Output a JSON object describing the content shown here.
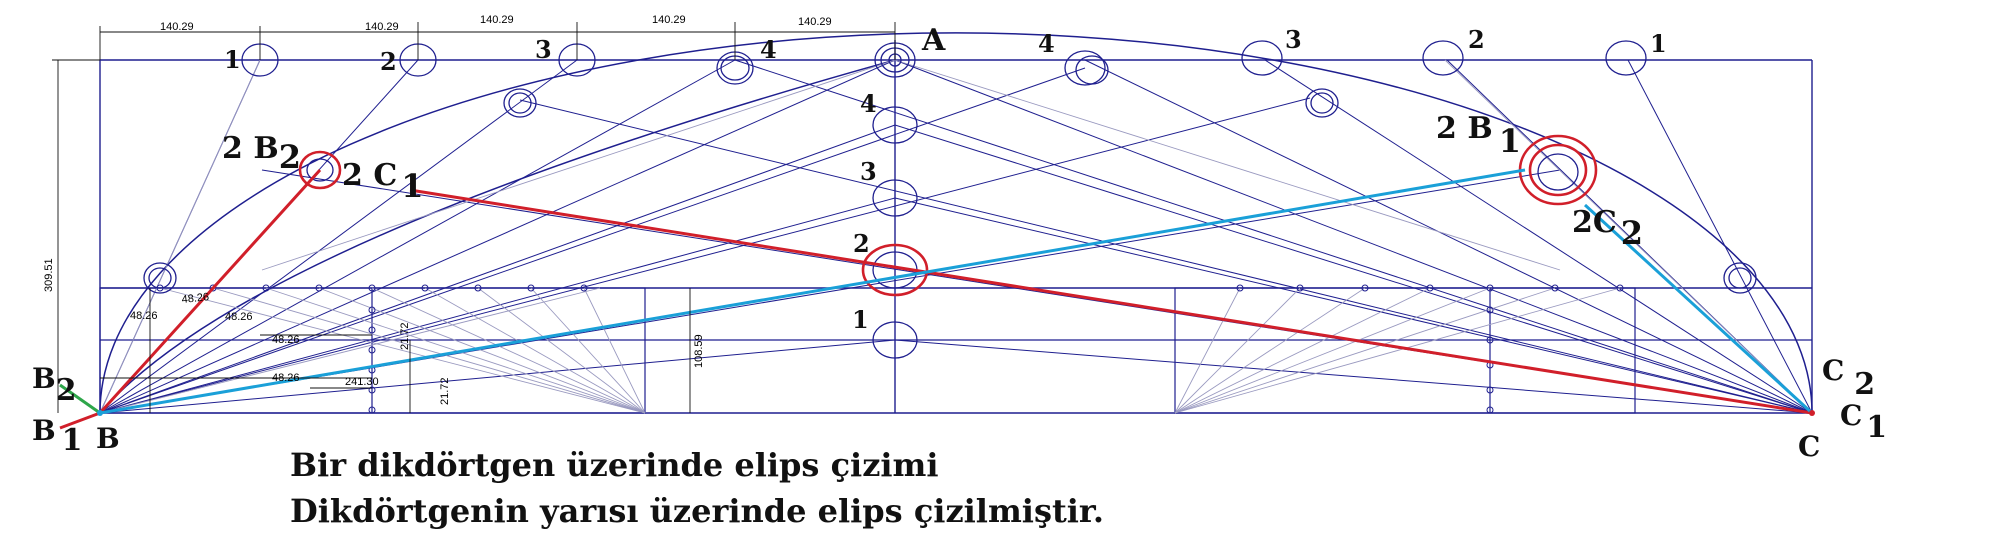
{
  "dimensions": {
    "top_spacing": [
      "140.29",
      "140.29",
      "140.29",
      "140.29",
      "140.29"
    ],
    "height": "309.51",
    "step_small": [
      "48.26",
      "48.26",
      "48.26",
      "48.26"
    ],
    "step_vertical": [
      "21.72",
      "21.72"
    ],
    "half_height": "108.59",
    "base_segment": "241.30"
  },
  "points": {
    "A": "A",
    "B": "B",
    "C": "C",
    "B1": {
      "letter": "B",
      "sub": "1"
    },
    "B2": {
      "letter": "B",
      "sub": "2"
    },
    "C1": {
      "letter": "C",
      "sub": "1"
    },
    "C2": {
      "letter": "C",
      "sub": "2"
    }
  },
  "construction_labels": {
    "left_top": [
      "1",
      "2",
      "3",
      "4"
    ],
    "right_top": [
      "4",
      "3",
      "2",
      "1"
    ],
    "axis": [
      "4",
      "3",
      "2",
      "1"
    ],
    "left_mid": {
      "b": "2 B",
      "b_sub": "2",
      "c": "2 C",
      "c_sub": "1"
    },
    "right_mid": {
      "b": "2 B",
      "b_sub": "1",
      "c": "2C",
      "c_sub": "2"
    }
  },
  "caption": {
    "line1": "Bir dikdörtgen üzerinde elips çizimi",
    "line2": "Dikdörtgenin yarısı üzerinde elips çizilmiştir."
  },
  "colors": {
    "construction": "#1f1f8f",
    "thin": "#8a8ab8",
    "red": "#d11f2a",
    "cyan": "#1aa0d8",
    "green": "#2ea64a"
  }
}
